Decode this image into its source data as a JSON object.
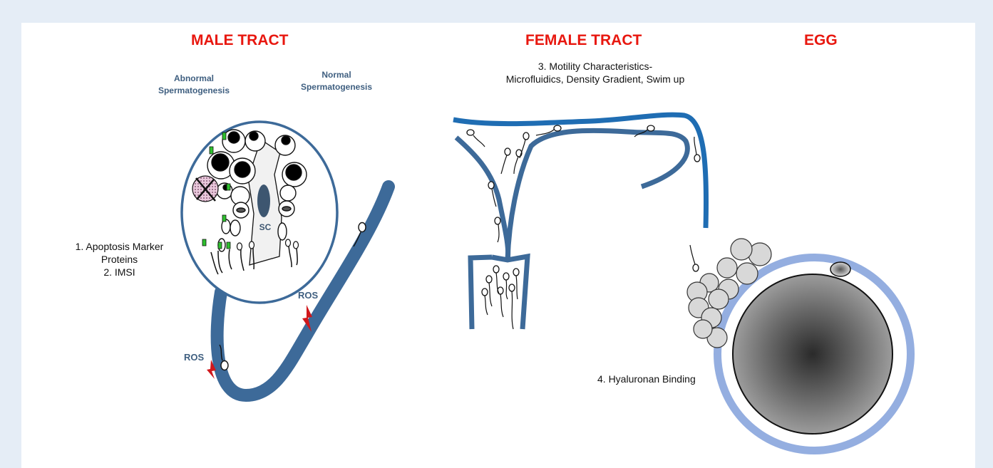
{
  "titles": {
    "male": "MALE TRACT",
    "female": "FEMALE TRACT",
    "egg": "EGG"
  },
  "male": {
    "abnormal_line1": "Abnormal",
    "abnormal_line2": "Spermatogenesis",
    "normal_line1": "Normal",
    "normal_line2": "Spermatogenesis",
    "sertoli_label": "SC",
    "method1_line1": "1. Apoptosis Marker",
    "method1_line2": "Proteins",
    "method2": "2. IMSI",
    "ros_upper": "ROS",
    "ros_lower": "ROS"
  },
  "female": {
    "method3_line1": "3. Motility Characteristics-",
    "method3_line2": "Microfluidics, Density Gradient, Swim up"
  },
  "egg": {
    "method4": "4. Hyaluronan Binding"
  },
  "colors": {
    "title_red": "#e8170f",
    "tract_blue": "#3d6a99",
    "uterus_blue": "#1f6db3",
    "zona": "#94aee0",
    "marker_green": "#2ec12e",
    "ros_red": "#d0181c"
  }
}
